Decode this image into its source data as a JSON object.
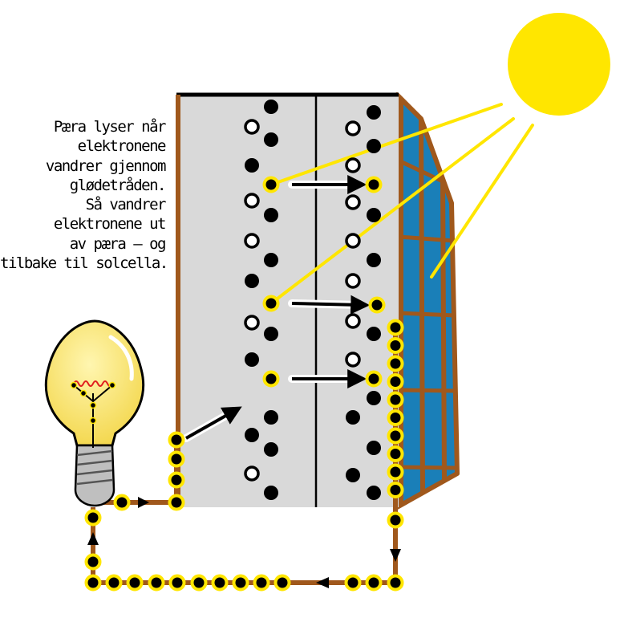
{
  "caption": {
    "lines": [
      "Pæra lyser når",
      "elektronene",
      "vandrer gjennom",
      "glødetråden.",
      "Så vandrer",
      "elektronene ut",
      "av pæra – og",
      "tilbake til solcella."
    ]
  },
  "colors": {
    "sun": "#FFE600",
    "ray": "#FFE600",
    "panel_face": "#D9D9D9",
    "panel_outline": "#000000",
    "frame": "#A0581C",
    "glass": "#1A7FB8",
    "wire": "#A0581C",
    "electron": "#000000",
    "electron_ring": "#FFE600",
    "hole": "#FFFFFF",
    "bulb_glass": "#FCE97A",
    "bulb_base": "#BFBFBF",
    "filament": "#E02020"
  },
  "icons": {
    "sun": "sun-icon",
    "bulb": "light-bulb-icon",
    "arrow": "arrow-icon"
  }
}
